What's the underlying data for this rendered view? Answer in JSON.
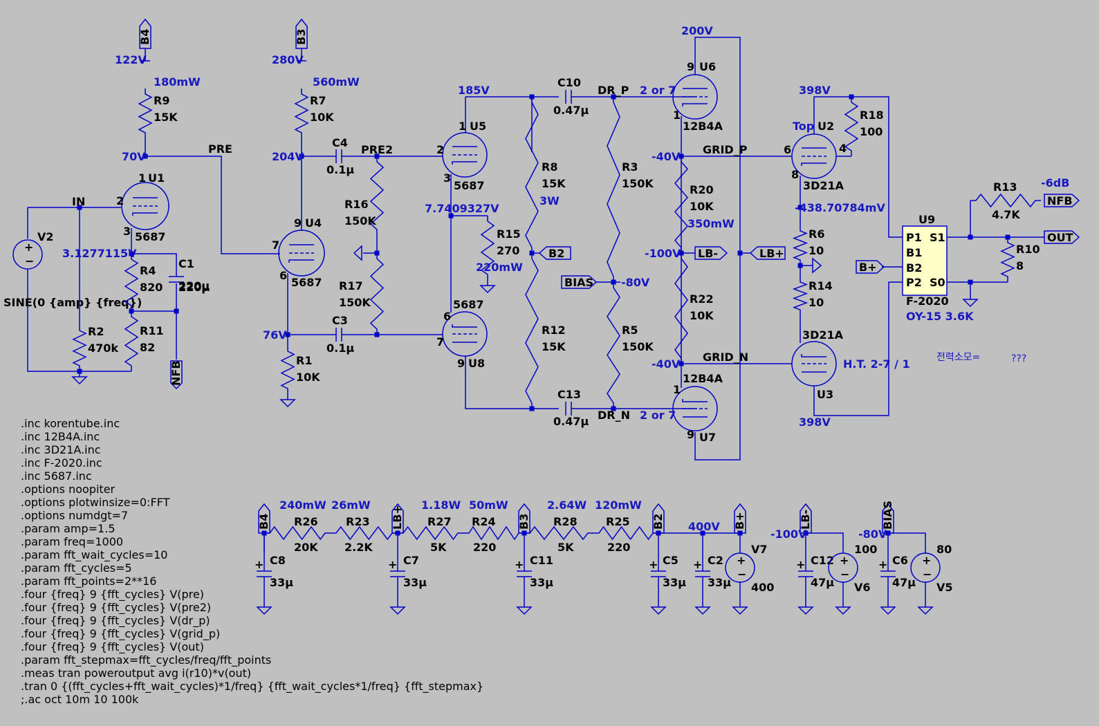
{
  "components": [
    {
      "ref": "R9",
      "value": "15K"
    },
    {
      "ref": "R7",
      "value": "10K"
    },
    {
      "ref": "R16",
      "value": "150K"
    },
    {
      "ref": "R17",
      "value": "150K"
    },
    {
      "ref": "R15",
      "value": "270"
    },
    {
      "ref": "R8",
      "value": "15K"
    },
    {
      "ref": "R12",
      "value": "15K"
    },
    {
      "ref": "R3",
      "value": "150K"
    },
    {
      "ref": "R5",
      "value": "150K"
    },
    {
      "ref": "R20",
      "value": "10K"
    },
    {
      "ref": "R22",
      "value": "10K"
    },
    {
      "ref": "R18",
      "value": "100"
    },
    {
      "ref": "R6",
      "value": "10"
    },
    {
      "ref": "R14",
      "value": "10"
    },
    {
      "ref": "R13",
      "value": "4.7K"
    },
    {
      "ref": "R10",
      "value": "8"
    },
    {
      "ref": "R4",
      "value": "820"
    },
    {
      "ref": "R11",
      "value": "82"
    },
    {
      "ref": "R2",
      "value": "470k"
    },
    {
      "ref": "R1",
      "value": "10K"
    },
    {
      "ref": "R26",
      "value": "20K"
    },
    {
      "ref": "R23",
      "value": "2.2K"
    },
    {
      "ref": "R27",
      "value": "5K"
    },
    {
      "ref": "R24",
      "value": "220"
    },
    {
      "ref": "R28",
      "value": "5K"
    },
    {
      "ref": "R25",
      "value": "220"
    },
    {
      "ref": "C1",
      "value": "220µ"
    },
    {
      "ref": "C4",
      "value": "0.1µ"
    },
    {
      "ref": "C3",
      "value": "0.1µ"
    },
    {
      "ref": "C10",
      "value": "0.47µ"
    },
    {
      "ref": "C13",
      "value": "0.47µ"
    },
    {
      "ref": "C8",
      "value": "33µ"
    },
    {
      "ref": "C7",
      "value": "33µ"
    },
    {
      "ref": "C11",
      "value": "33µ"
    },
    {
      "ref": "C5",
      "value": "33µ"
    },
    {
      "ref": "C2",
      "value": "33µ"
    },
    {
      "ref": "C12",
      "value": "47µ"
    },
    {
      "ref": "C6",
      "value": "47µ"
    },
    {
      "ref": "V2",
      "value": "SINE(0 {amp} {freq})"
    },
    {
      "ref": "V7",
      "value": "400"
    },
    {
      "ref": "V6",
      "value": "100"
    },
    {
      "ref": "V5",
      "value": "80"
    },
    {
      "ref": "U1",
      "value": "5687"
    },
    {
      "ref": "U4",
      "value": "5687"
    },
    {
      "ref": "U5",
      "value": "5687"
    },
    {
      "ref": "U8",
      "value": "5687"
    },
    {
      "ref": "U6",
      "value": "12B4A"
    },
    {
      "ref": "U7",
      "value": "12B4A"
    },
    {
      "ref": "U2",
      "value": "3D21A"
    },
    {
      "ref": "U3",
      "value": "3D21A"
    },
    {
      "ref": "U9",
      "value": "F-2020"
    }
  ],
  "transformer": {
    "pins": [
      "P1",
      "S1",
      "B1",
      "B2",
      "P2",
      "S0"
    ],
    "note": "OY-15 3.6K"
  },
  "net_labels": [
    "IN",
    "PRE",
    "PRE2",
    "DR_P",
    "DR_N",
    "GRID_P",
    "GRID_N"
  ],
  "ports": [
    "B4",
    "B3",
    "B2",
    "BIAS",
    "LB-",
    "LB+",
    "NFB",
    "OUT",
    "B+"
  ],
  "node_voltages": [
    "122V",
    "280V",
    "70V",
    "204V",
    "185V",
    "200V",
    "398V",
    "3.1277115V",
    "7.7409327V",
    "76V",
    "-40V",
    "-100V",
    "-80V",
    "-438.70784mV",
    "400V",
    "-6dB"
  ],
  "power_annotations": [
    "180mW",
    "560mW",
    "3W",
    "220mW",
    "350mW",
    "240mW",
    "26mW",
    "1.18W",
    "50mW",
    "2.64W",
    "120mW"
  ],
  "pin_numbers": [
    "1",
    "2",
    "3",
    "9",
    "7",
    "6",
    "8",
    "4"
  ],
  "tube_notes": [
    "2 or 7",
    "Top",
    "H.T. 2-7 / 1"
  ],
  "korean_label": {
    "label": "전력소모=",
    "value": "???"
  },
  "spice_directives": [
    ".inc korentube.inc",
    ".inc 12B4A.inc",
    ".inc 3D21A.inc",
    ".inc F-2020.inc",
    ".inc 5687.inc",
    ".options noopiter",
    ".options plotwinsize=0:FFT",
    ".options numdgt=7",
    ".param amp=1.5",
    ".param freq=1000",
    ".param fft_wait_cycles=10",
    ".param fft_cycles=5",
    ".param fft_points=2**16",
    ".four {freq} 9 {fft_cycles} V(pre)",
    ".four {freq} 9 {fft_cycles} V(pre2)",
    ".four {freq} 9 {fft_cycles} V(dr_p)",
    ".four {freq} 9 {fft_cycles} V(grid_p)",
    ".four {freq} 9 {fft_cycles} V(out)",
    ".param fft_stepmax=fft_cycles/freq/fft_points",
    ".meas tran poweroutput avg i(r10)*v(out)",
    ".tran 0 {(fft_cycles+fft_wait_cycles)*1/freq} {fft_wait_cycles*1/freq} {fft_stepmax}",
    ";.ac oct 10m 10 100k"
  ],
  "colors": {
    "background": "#c0c0c0",
    "wire": "#0000c8",
    "annotation": "#1818c0",
    "text": "#000000",
    "transformer_fill": "#ffffc8"
  }
}
